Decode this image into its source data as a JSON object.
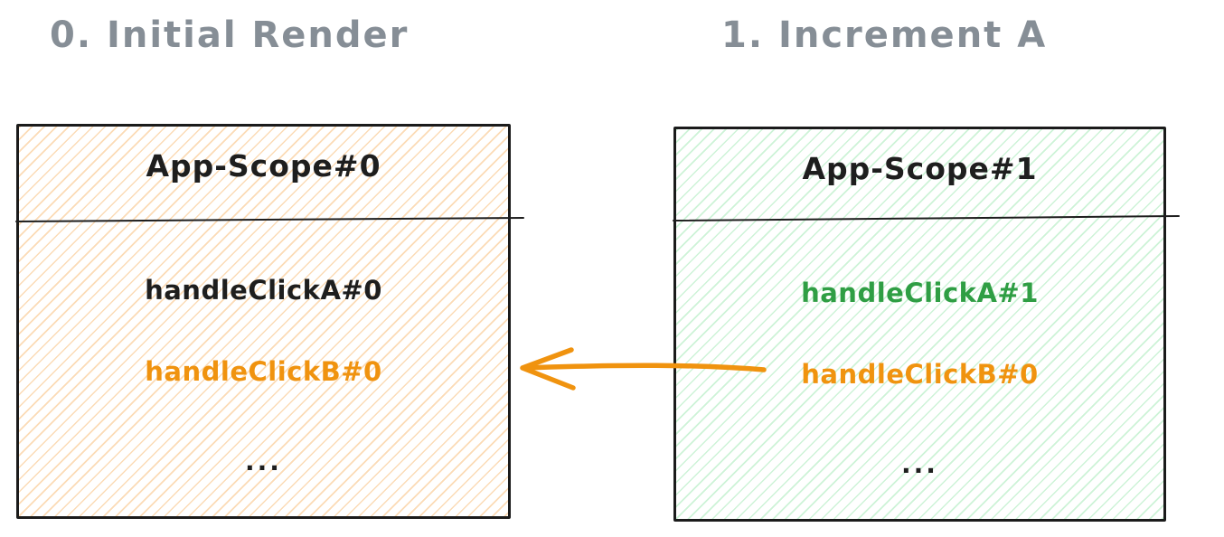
{
  "colors": {
    "ink": "#1e1e1e",
    "title_gray": "#868e96",
    "orange": "#f0930f",
    "green": "#2f9e44",
    "hatch_orange": "#f7af5c73",
    "hatch_green": "#70dc8c59",
    "box_border": "#1b1b1b"
  },
  "panels": [
    {
      "title": "0. Initial Render",
      "scope_label": "App-Scope#0",
      "rows": [
        {
          "label": "handleClickA#0",
          "color": "ink"
        },
        {
          "label": "handleClickB#0",
          "color": "orange"
        },
        {
          "label": "...",
          "color": "ink"
        }
      ]
    },
    {
      "title": "1. Increment A",
      "scope_label": "App-Scope#1",
      "rows": [
        {
          "label": "handleClickA#1",
          "color": "green"
        },
        {
          "label": "handleClickB#0",
          "color": "orange"
        },
        {
          "label": "...",
          "color": "ink"
        }
      ]
    }
  ],
  "arrow": {
    "direction": "right-to-left",
    "from_label": "handleClickB#0",
    "to_label": "handleClickB#0",
    "color": "#f0930f"
  }
}
